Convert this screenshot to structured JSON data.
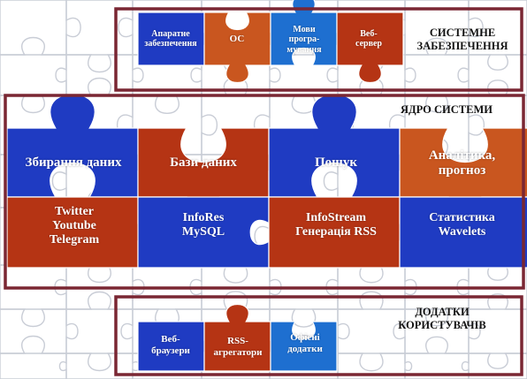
{
  "colors": {
    "blue_dark": "#1f3bc2",
    "blue_light": "#1e6fd0",
    "orange_dark": "#b53414",
    "orange_light": "#c9561f",
    "frame": "#7a2733",
    "outline": "#c9cdd6"
  },
  "system_software": {
    "title": "СИСТЕМНЕ\nЗАБЕЗПЕЧЕННЯ",
    "pieces": [
      {
        "label": "Апаратне\nзабезпечення",
        "color": "blue_dark"
      },
      {
        "label": "ОС",
        "color": "orange_light"
      },
      {
        "label": "Мови\nпрогра-\nмування",
        "color": "blue_light"
      },
      {
        "label": "Веб-\nсервер",
        "color": "orange_dark"
      }
    ]
  },
  "core": {
    "title": "ЯДРО СИСТЕМИ",
    "top_row": [
      {
        "label": "Збирання даних",
        "color": "blue_dark"
      },
      {
        "label": "Бази даних",
        "color": "orange_dark"
      },
      {
        "label": "Пошук",
        "color": "blue_dark"
      },
      {
        "label": "Аналітика,\nпрогноз",
        "color": "orange_light"
      }
    ],
    "bottom_row": [
      {
        "label": "Twitter\nYoutube\nTelegram",
        "color": "orange_dark"
      },
      {
        "label": "InfoRes\nMySQL",
        "color": "blue_dark"
      },
      {
        "label": "InfoStream\nГенерація RSS",
        "color": "orange_dark"
      },
      {
        "label": "Статистика\nWavelets",
        "color": "blue_dark"
      }
    ]
  },
  "user_apps": {
    "title": "ДОДАТКИ\nКОРИСТУВАЧІВ",
    "pieces": [
      {
        "label": "Веб-\nбраузери",
        "color": "blue_dark"
      },
      {
        "label": "RSS-\nагрегатори",
        "color": "orange_dark"
      },
      {
        "label": "Офісні\nдодатки",
        "color": "blue_light"
      }
    ]
  }
}
